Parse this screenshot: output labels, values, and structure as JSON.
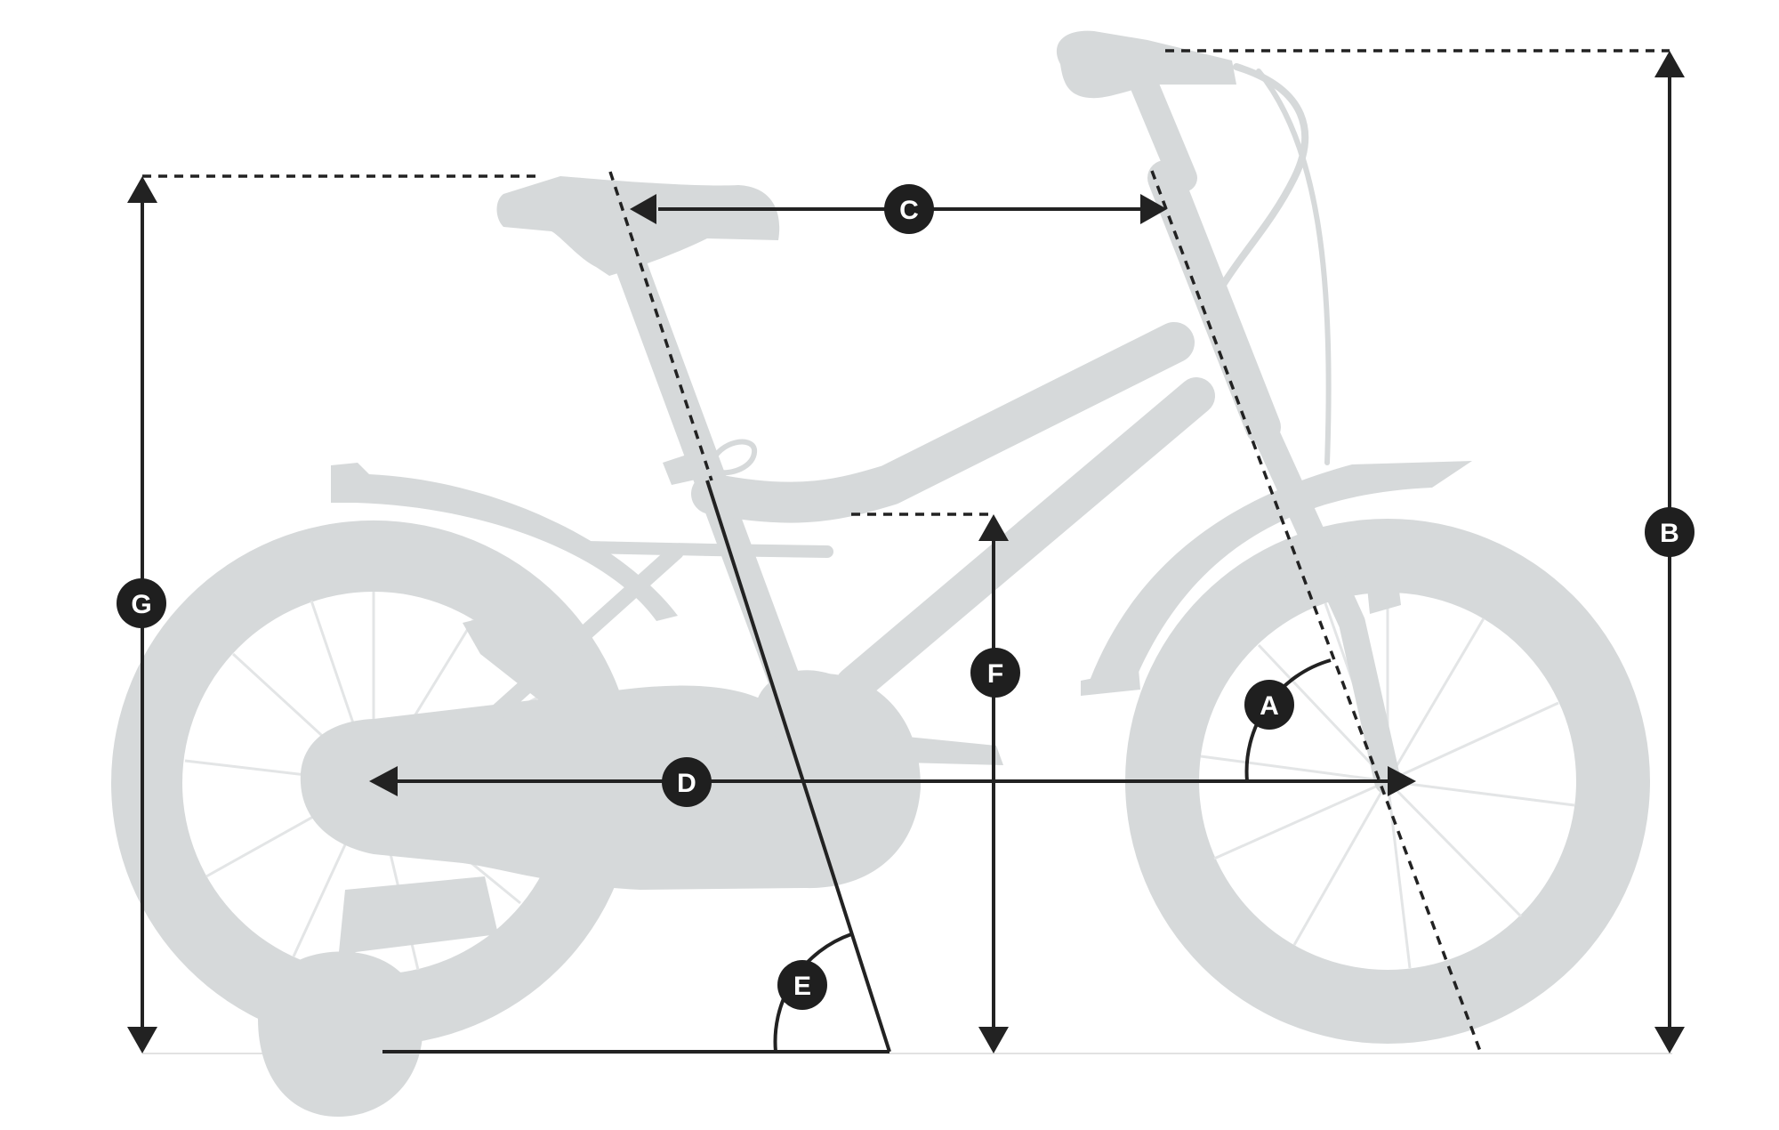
{
  "labels": {
    "A": "A",
    "B": "B",
    "C": "C",
    "D": "D",
    "E": "E",
    "F": "F",
    "G": "G"
  },
  "colors": {
    "bike_silhouette": "#d6d9da",
    "dimension_lines": "#222222",
    "badge_fill": "#1f1f1f",
    "badge_text": "#ffffff"
  }
}
